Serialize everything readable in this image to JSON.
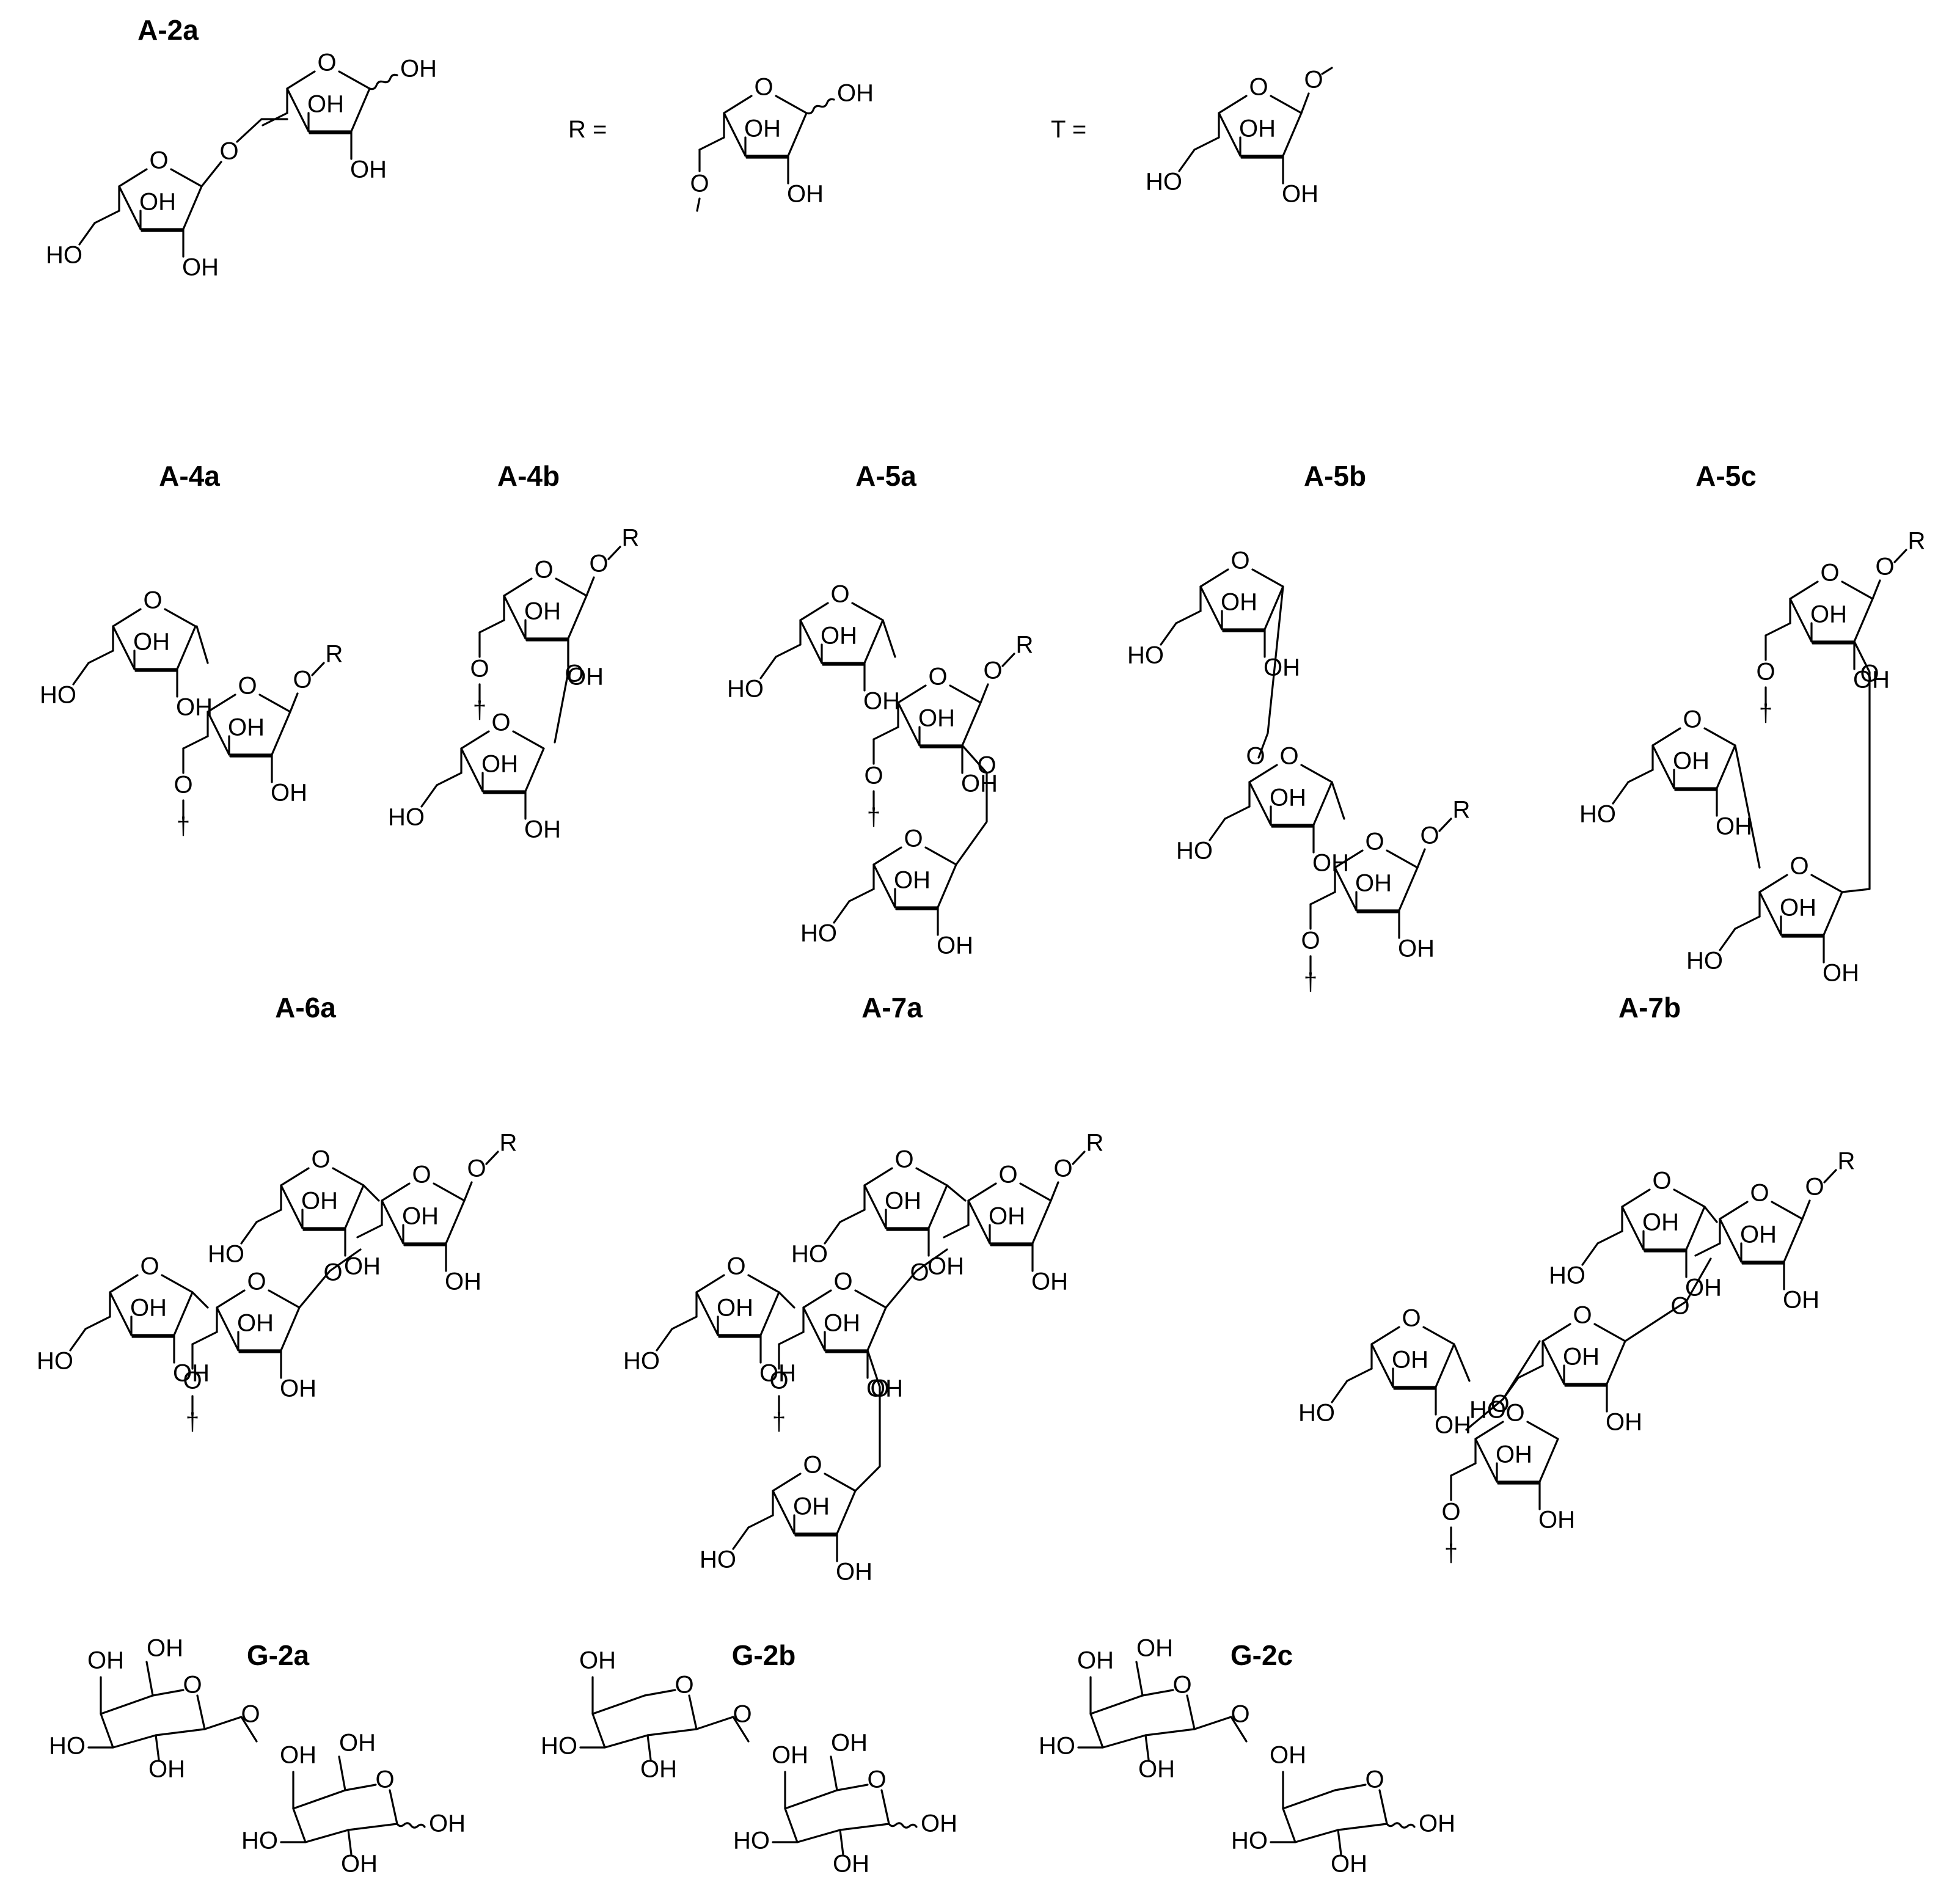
{
  "figure": {
    "definitions": {
      "R_label": "R =",
      "T_label": "T ="
    },
    "atom_labels": {
      "OH": "OH",
      "HO": "HO",
      "O": "O",
      "R": "R",
      "T": "†"
    },
    "compounds": [
      {
        "id": "A-2a",
        "label": "A-2a",
        "kind": "arabinofuranose"
      },
      {
        "id": "A-4a",
        "label": "A-4a",
        "kind": "arabinofuranose"
      },
      {
        "id": "A-4b",
        "label": "A-4b",
        "kind": "arabinofuranose"
      },
      {
        "id": "A-5a",
        "label": "A-5a",
        "kind": "arabinofuranose"
      },
      {
        "id": "A-5b",
        "label": "A-5b",
        "kind": "arabinofuranose"
      },
      {
        "id": "A-5c",
        "label": "A-5c",
        "kind": "arabinofuranose"
      },
      {
        "id": "A-6a",
        "label": "A-6a",
        "kind": "arabinofuranose"
      },
      {
        "id": "A-7a",
        "label": "A-7a",
        "kind": "arabinofuranose"
      },
      {
        "id": "A-7b",
        "label": "A-7b",
        "kind": "arabinofuranose"
      },
      {
        "id": "G-2a",
        "label": "G-2a",
        "kind": "pyranose"
      },
      {
        "id": "G-2b",
        "label": "G-2b",
        "kind": "pyranose"
      },
      {
        "id": "G-2c",
        "label": "G-2c",
        "kind": "pyranose"
      }
    ]
  }
}
